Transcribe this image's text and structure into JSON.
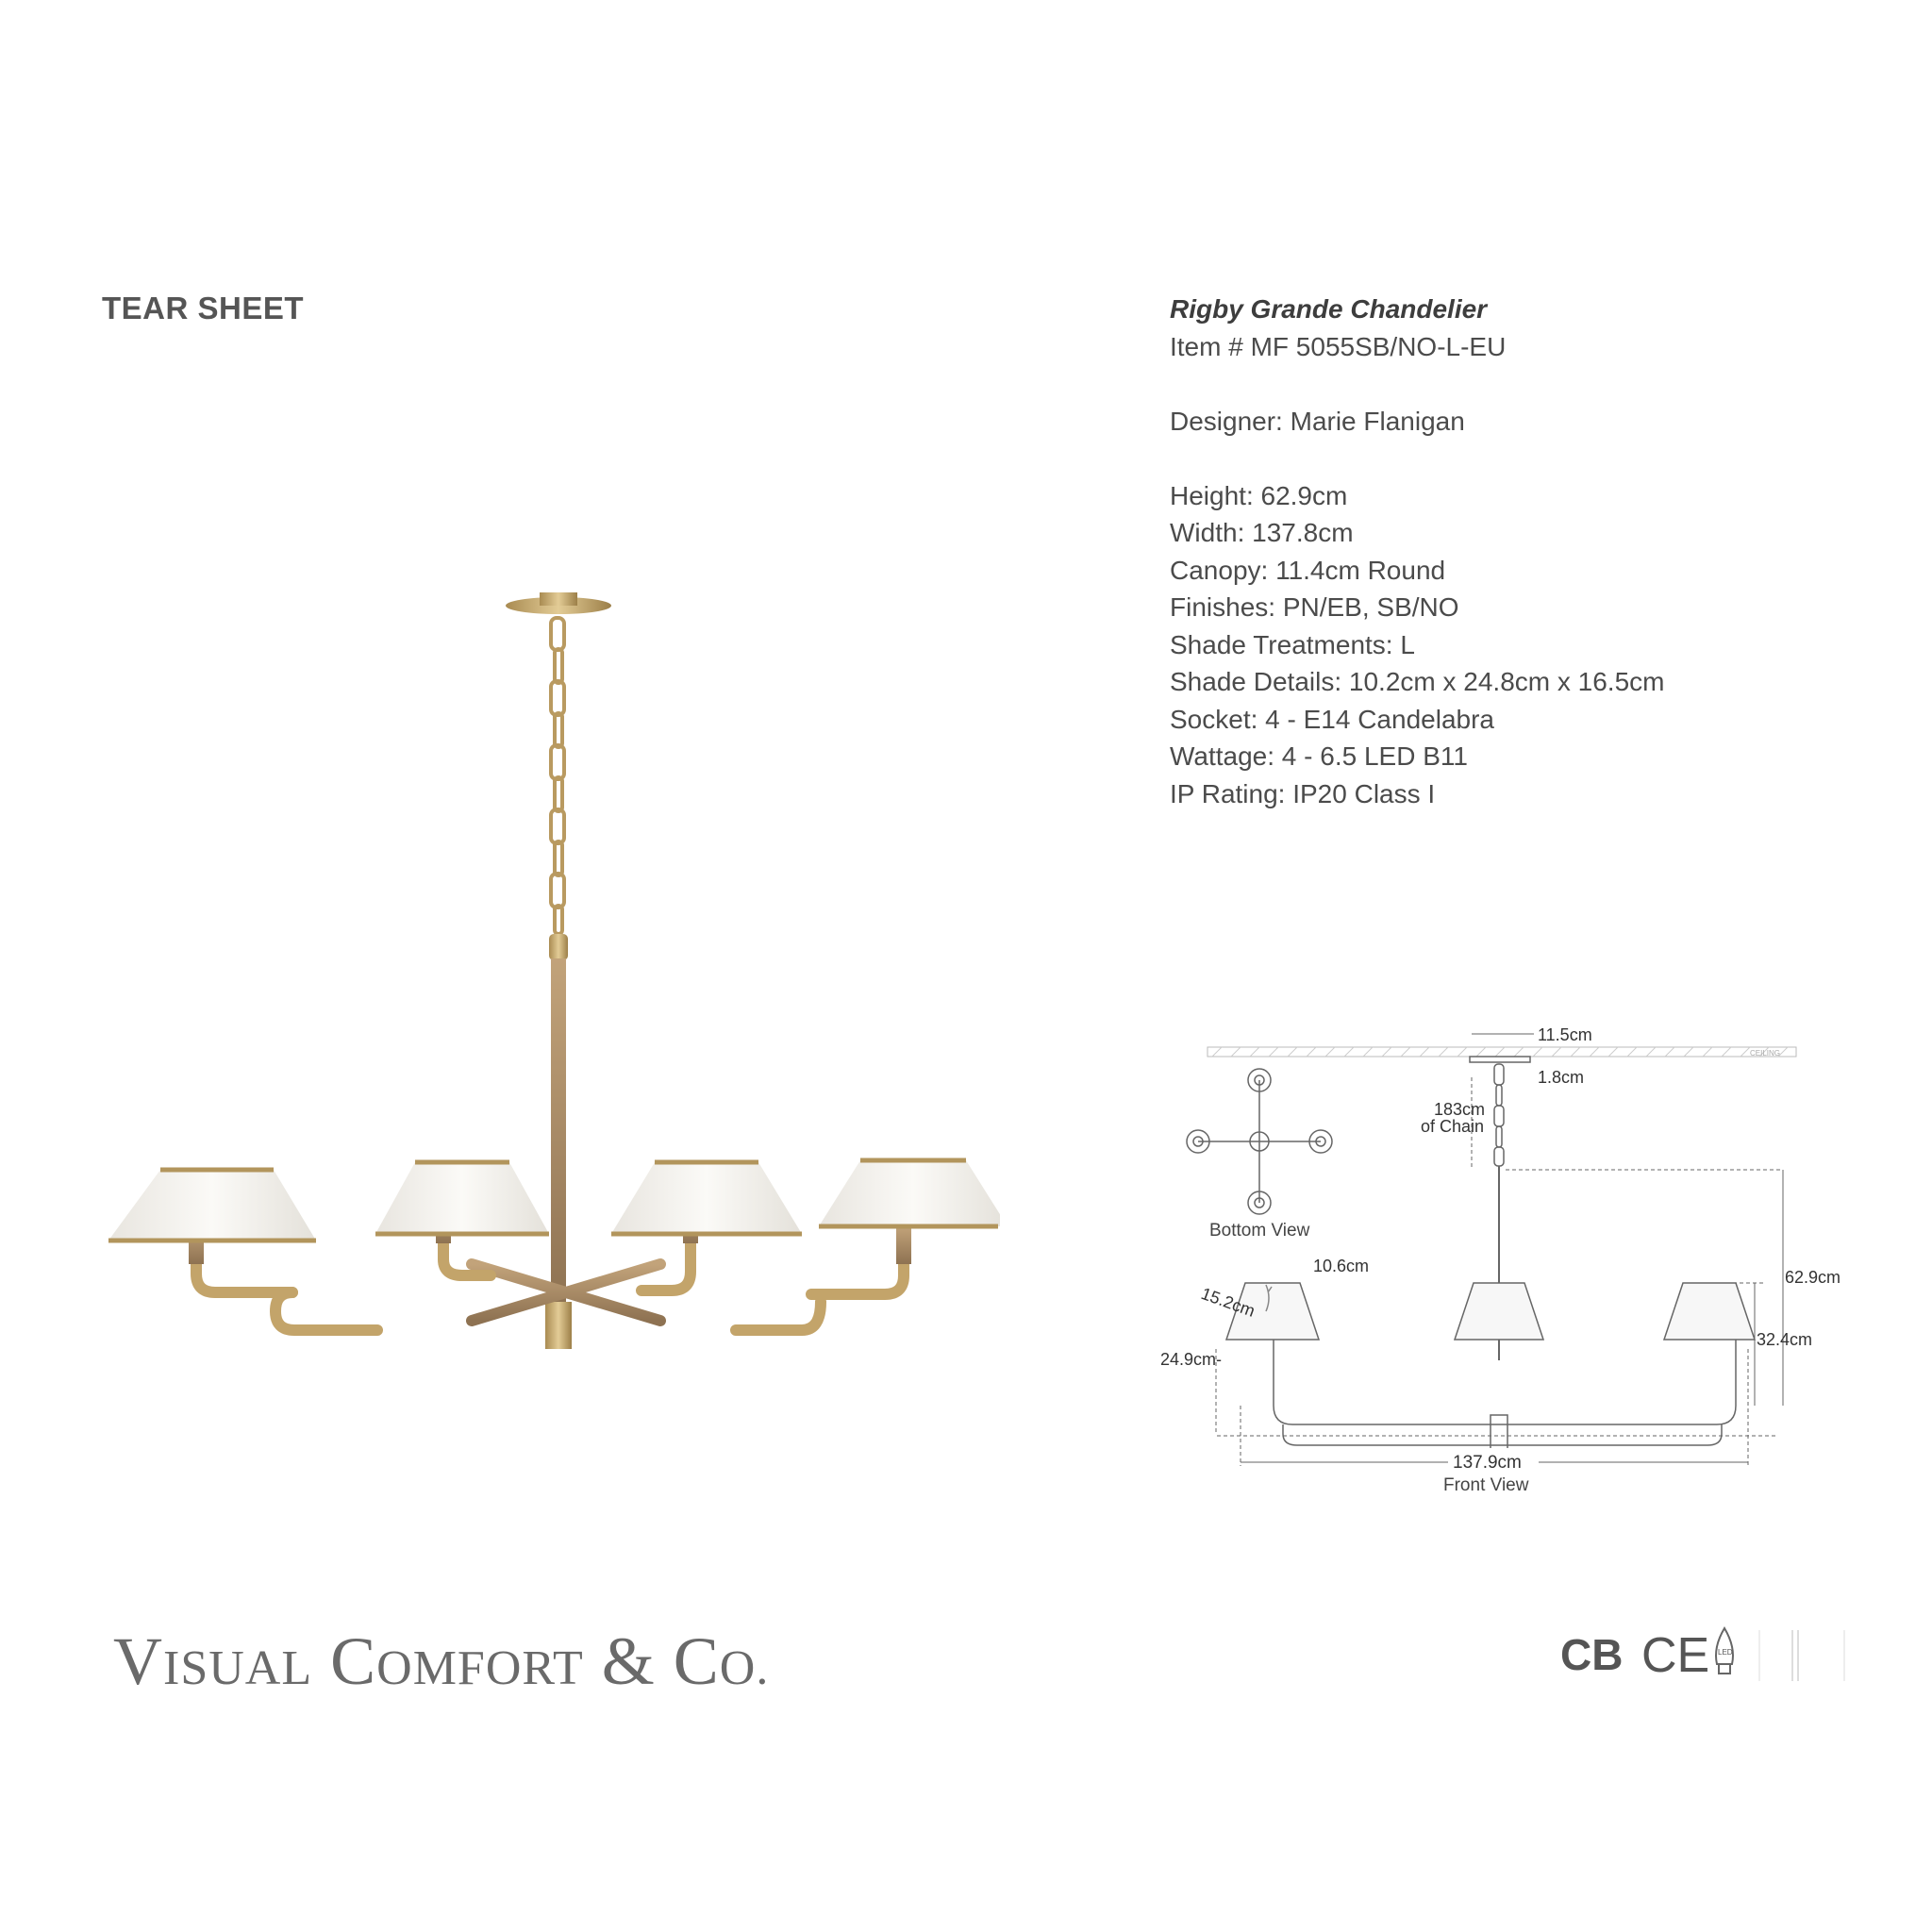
{
  "header": {
    "label": "TEAR SHEET"
  },
  "product": {
    "name": "Rigby Grande Chandelier",
    "item": "Item # MF 5055SB/NO-L-EU",
    "designer": "Designer: Marie Flanigan"
  },
  "specs": [
    "Height: 62.9cm",
    "Width: 137.8cm",
    "Canopy: 11.4cm Round",
    "Finishes: PN/EB, SB/NO",
    "Shade Treatments: L",
    "Shade Details: 10.2cm x 24.8cm x 16.5cm",
    "Socket: 4 - E14 Candelabra",
    "Wattage: 4 - 6.5 LED B11",
    "IP Rating: IP20 Class I"
  ],
  "diagram": {
    "ceiling": "CEILING",
    "canopy_width": "11.5cm",
    "canopy_height": "1.8cm",
    "chain_length": "183cm",
    "chain_label": "of Chain",
    "bottom_view": "Bottom View",
    "shade_top": "10.6cm",
    "shade_slant": "15.2cm",
    "shade_bottom": "24.9cm-",
    "overall_height": "62.9cm",
    "body_height": "32.4cm",
    "overall_width": "137.9cm",
    "front_view": "Front View"
  },
  "brand": {
    "v": "V",
    "isual": "ISUAL",
    "c": "C",
    "omfort": "OMFORT",
    "amp": "&",
    "co_c": "C",
    "co_o": "O."
  },
  "certifications": {
    "cb": "CB",
    "ce": "CE",
    "led": "LED"
  },
  "colors": {
    "brass": "#c9a86a",
    "leather": "#a88a63",
    "shade": "#f4f1ec",
    "text": "#4b4b4b"
  }
}
